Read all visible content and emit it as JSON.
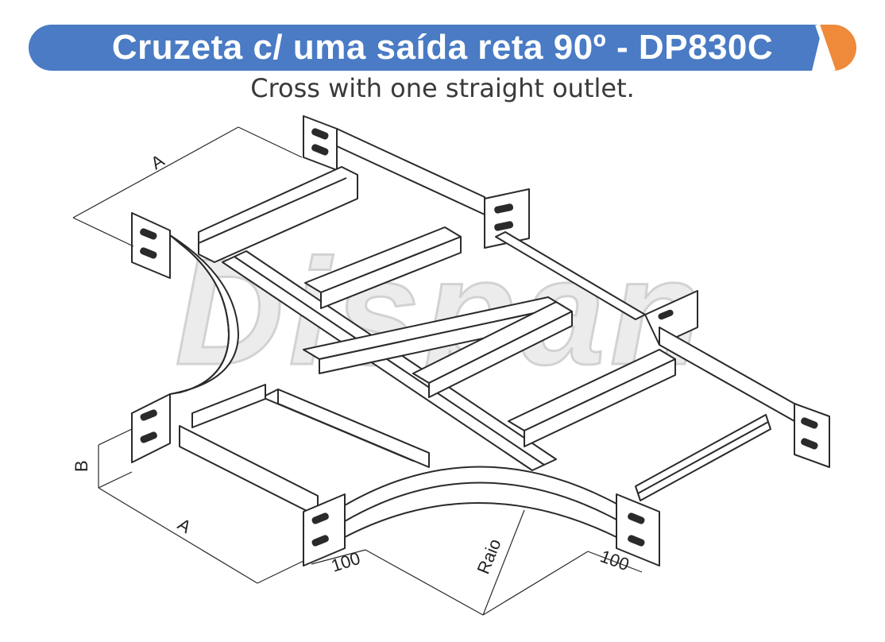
{
  "header": {
    "title": "Cruzeta c/ uma saída reta 90º - DP830C",
    "subtitle": "Cross with one straight outlet.",
    "banner_color": "#4a7bc4",
    "accent_color": "#ee8a3a"
  },
  "watermark": {
    "text": "Dispan"
  },
  "dimensions": {
    "a_top": "A",
    "a_bottom": "A",
    "b": "B",
    "offset_left": "100",
    "offset_right": "100",
    "radius": "Raio"
  }
}
